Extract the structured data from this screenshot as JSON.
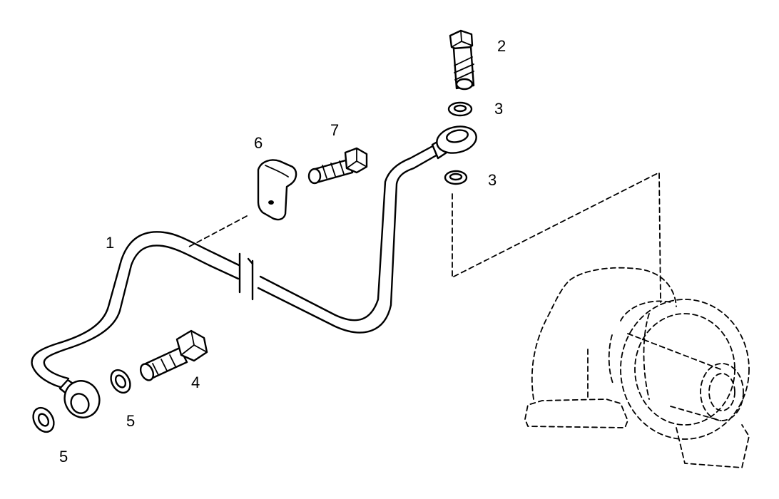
{
  "diagram": {
    "callouts": {
      "pipe": "1",
      "bolt": "2",
      "washer_upper": "3",
      "washer_lower": "3",
      "banjo_bolt": "4",
      "washer_mid": "5",
      "washer_end": "5",
      "clamp": "6",
      "clamp_bolt": "7"
    }
  }
}
